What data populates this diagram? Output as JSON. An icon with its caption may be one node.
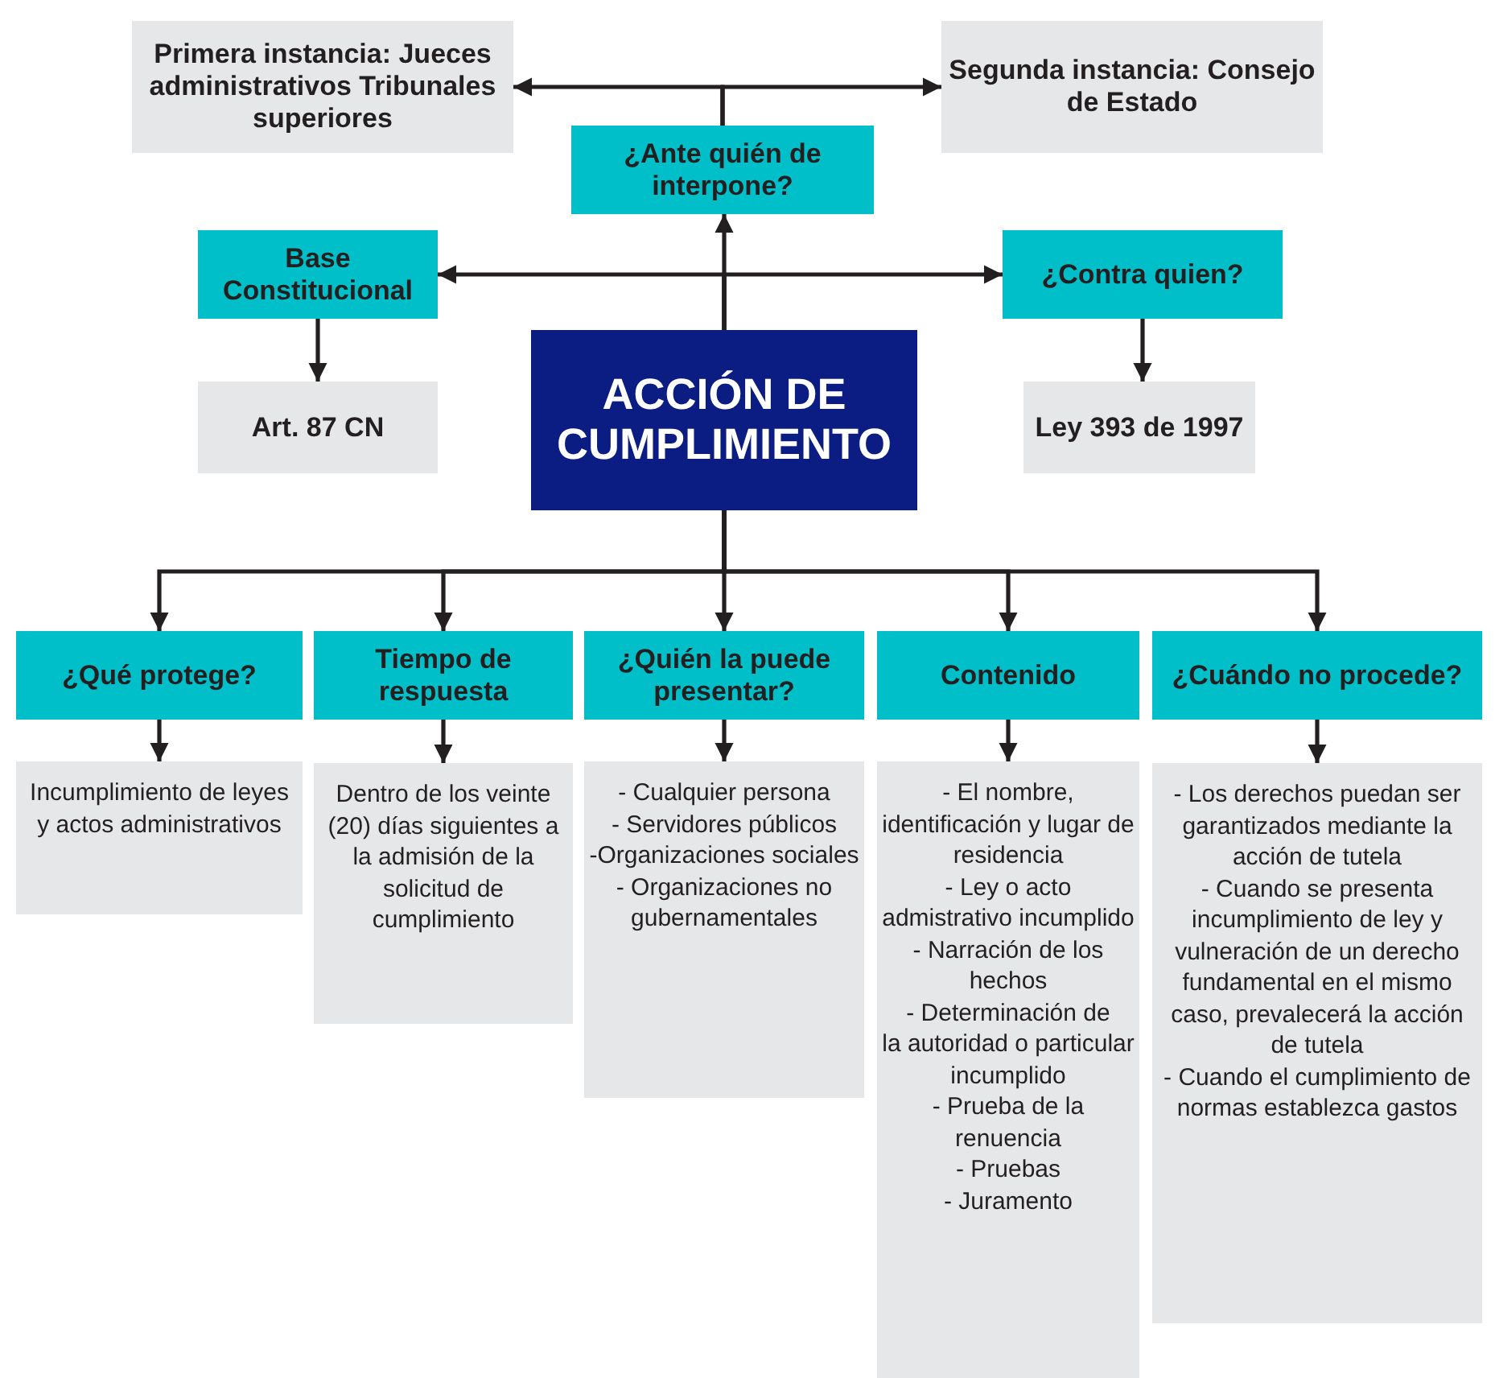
{
  "diagram": {
    "nodes": [
      {
        "text": [
          "Primera instancia: Jueces administrativos Tribunales superiores"
        ]
      },
      {
        "text": [
          "Segunda instancia: Consejo de Estado"
        ]
      },
      {
        "text": [
          "¿Ante quién de interpone?"
        ]
      },
      {
        "text": [
          "Base Constitucional"
        ]
      },
      {
        "text": [
          "¿Contra quien?"
        ]
      },
      {
        "text": [
          "Art. 87 CN"
        ]
      },
      {
        "text": [
          "Ley 393 de 1997"
        ]
      },
      {
        "text": [
          "ACCIÓN DE CUMPLIMIENTO"
        ]
      },
      {
        "text": [
          "¿Qué protege?"
        ]
      },
      {
        "text": [
          "Tiempo de respuesta"
        ]
      },
      {
        "text": [
          "¿Quién la puede presentar?"
        ]
      },
      {
        "text": [
          "Contenido"
        ]
      },
      {
        "text": [
          "¿Cuándo no procede?"
        ]
      },
      {
        "text": [
          "Incumplimiento de leyes y actos administrativos"
        ]
      },
      {
        "text": [
          "Dentro de los veinte (20) días siguientes a la admisión de la solicitud de cumplimiento"
        ]
      },
      {
        "text": [
          "- Cualquier persona",
          "- Servidores públicos",
          "-Organizaciones sociales",
          "- Organizaciones no gubernamentales"
        ]
      },
      {
        "text": [
          "- El nombre, identificación y lugar de residencia",
          "- Ley o acto admistrativo incumplido",
          "- Narración de los hechos",
          "- Determinación de",
          "la autoridad o particular incumplido",
          "- Prueba de la renuencia",
          "- Pruebas",
          "- Juramento"
        ]
      },
      {
        "text": [
          "- Los derechos puedan ser garantizados mediante la",
          "acción de tutela",
          "- Cuando se presenta incumplimiento de ley y vulneración de un derecho fundamental en el mismo caso, prevalecerá la acción de tutela",
          "- Cuando el cumplimiento de normas establezca gastos"
        ]
      }
    ],
    "edges": [
      {
        "from": 2,
        "to": 0,
        "arrow": "to"
      },
      {
        "from": 2,
        "to": 1,
        "arrow": "to"
      },
      {
        "from": 7,
        "to": 2,
        "arrow": "to"
      },
      {
        "from": 7,
        "to": 3,
        "arrow": "to"
      },
      {
        "from": 7,
        "to": 4,
        "arrow": "to"
      },
      {
        "from": 3,
        "to": 5,
        "arrow": "to"
      },
      {
        "from": 4,
        "to": 6,
        "arrow": "to"
      },
      {
        "from": 7,
        "to": 8,
        "arrow": "to"
      },
      {
        "from": 7,
        "to": 9,
        "arrow": "to"
      },
      {
        "from": 7,
        "to": 10,
        "arrow": "to"
      },
      {
        "from": 7,
        "to": 11,
        "arrow": "to"
      },
      {
        "from": 7,
        "to": 12,
        "arrow": "to"
      },
      {
        "from": 8,
        "to": 13,
        "arrow": "to"
      },
      {
        "from": 9,
        "to": 14,
        "arrow": "to"
      },
      {
        "from": 10,
        "to": 15,
        "arrow": "to"
      },
      {
        "from": 11,
        "to": 16,
        "arrow": "to"
      },
      {
        "from": 12,
        "to": 17,
        "arrow": "to"
      }
    ]
  }
}
